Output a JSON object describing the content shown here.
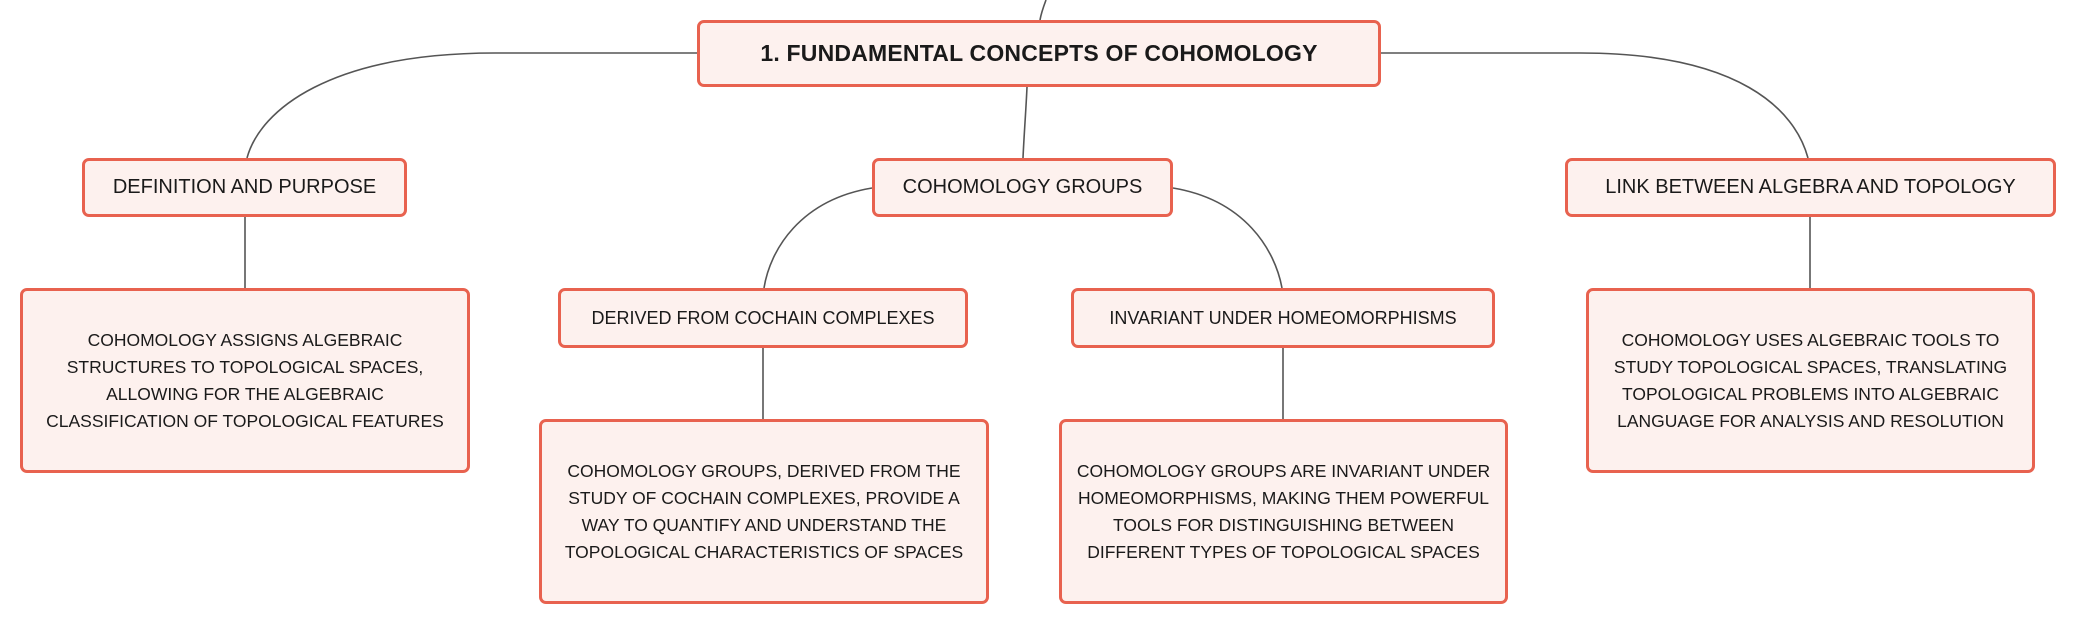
{
  "root": {
    "label": "1. FUNDAMENTAL CONCEPTS OF COHOMOLOGY"
  },
  "topics": {
    "definition": {
      "label": "DEFINITION AND PURPOSE",
      "detail": "COHOMOLOGY ASSIGNS ALGEBRAIC STRUCTURES TO TOPOLOGICAL SPACES, ALLOWING FOR THE ALGEBRAIC CLASSIFICATION OF TOPOLOGICAL FEATURES"
    },
    "groups": {
      "label": "COHOMOLOGY GROUPS",
      "subtopics": {
        "cochain": {
          "label": "DERIVED FROM COCHAIN COMPLEXES",
          "detail": "COHOMOLOGY GROUPS, DERIVED FROM THE STUDY OF COCHAIN COMPLEXES, PROVIDE A WAY TO QUANTIFY AND UNDERSTAND THE TOPOLOGICAL CHARACTERISTICS OF SPACES"
        },
        "invariant": {
          "label": "INVARIANT UNDER HOMEOMORPHISMS",
          "detail": "COHOMOLOGY GROUPS ARE INVARIANT UNDER HOMEOMORPHISMS, MAKING THEM POWERFUL TOOLS FOR DISTINGUISHING BETWEEN DIFFERENT TYPES OF TOPOLOGICAL SPACES"
        }
      }
    },
    "link": {
      "label": "LINK BETWEEN ALGEBRA AND TOPOLOGY",
      "detail": "COHOMOLOGY USES ALGEBRAIC TOOLS TO STUDY TOPOLOGICAL SPACES, TRANSLATING TOPOLOGICAL PROBLEMS INTO ALGEBRAIC LANGUAGE FOR ANALYSIS AND RESOLUTION"
    }
  },
  "colors": {
    "node_border": "#e8624f",
    "node_fill": "#fdf1ee",
    "connector": "#555555"
  }
}
